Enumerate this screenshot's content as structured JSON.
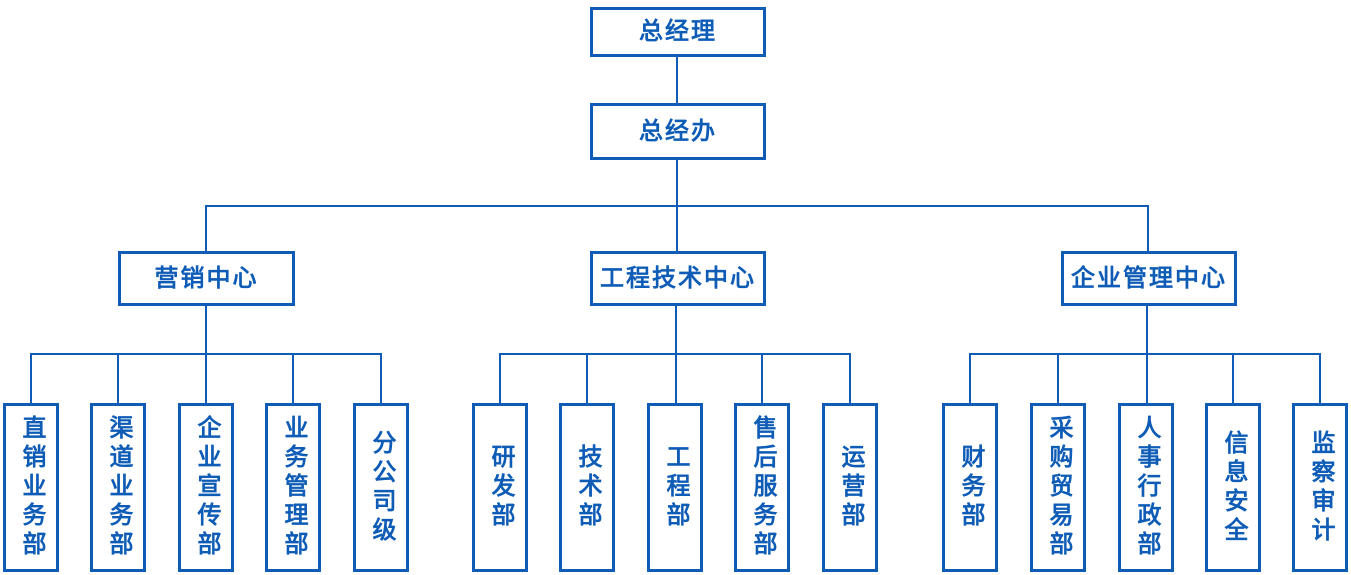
{
  "colors": {
    "primary": "#0e5cb5",
    "background": "#ffffff"
  },
  "org_chart": {
    "root": {
      "label": "总经理"
    },
    "office": {
      "label": "总经办"
    },
    "divisions": [
      {
        "label": "营销中心",
        "departments": [
          {
            "label": "直销业务部"
          },
          {
            "label": "渠道业务部"
          },
          {
            "label": "企业宣传部"
          },
          {
            "label": "业务管理部"
          },
          {
            "label": "分公司级"
          }
        ]
      },
      {
        "label": "工程技术中心",
        "departments": [
          {
            "label": "研发部"
          },
          {
            "label": "技术部"
          },
          {
            "label": "工程部"
          },
          {
            "label": "售后服务部"
          },
          {
            "label": "运营部"
          }
        ]
      },
      {
        "label": "企业管理中心",
        "departments": [
          {
            "label": "财务部"
          },
          {
            "label": "采购贸易部"
          },
          {
            "label": "人事行政部"
          },
          {
            "label": "信息安全"
          },
          {
            "label": "监察审计"
          }
        ]
      }
    ]
  }
}
